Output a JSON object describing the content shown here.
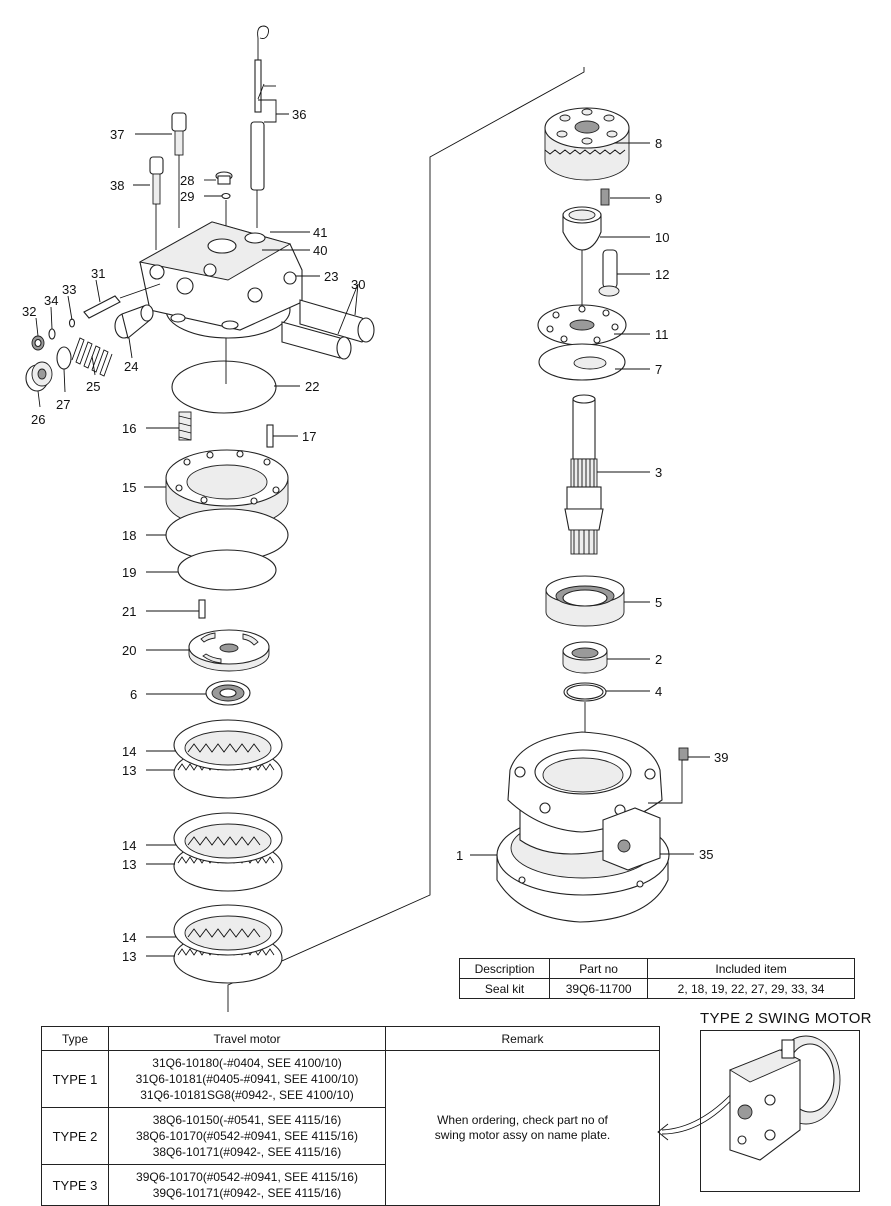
{
  "callouts": {
    "c1": "1",
    "c2": "2",
    "c3": "3",
    "c4": "4",
    "c5": "5",
    "c6": "6",
    "c7": "7",
    "c8": "8",
    "c9": "9",
    "c10": "10",
    "c11": "11",
    "c12": "12",
    "c13a": "13",
    "c13b": "13",
    "c13c": "13",
    "c14a": "14",
    "c14b": "14",
    "c14c": "14",
    "c15": "15",
    "c16": "16",
    "c17": "17",
    "c18": "18",
    "c19": "19",
    "c20": "20",
    "c21": "21",
    "c22": "22",
    "c23": "23",
    "c24": "24",
    "c25": "25",
    "c26": "26",
    "c27": "27",
    "c28": "28",
    "c29": "29",
    "c30": "30",
    "c31": "31",
    "c32": "32",
    "c33": "33",
    "c34": "34",
    "c35": "35",
    "c36": "36",
    "c37": "37",
    "c38": "38",
    "c39": "39",
    "c40": "40",
    "c41": "41"
  },
  "kit_table": {
    "headers": [
      "Description",
      "Part no",
      "Included item"
    ],
    "row": [
      "Seal kit",
      "39Q6-11700",
      "2, 18, 19, 22, 27, 29, 33, 34"
    ]
  },
  "type_table": {
    "headers": [
      "Type",
      "Travel motor",
      "Remark"
    ],
    "rows": [
      {
        "type": "TYPE 1",
        "motors": [
          "31Q6-10180(-#0404, SEE 4100/10)",
          "31Q6-10181(#0405-#0941, SEE 4100/10)",
          "31Q6-10181SG8(#0942-, SEE 4100/10)"
        ]
      },
      {
        "type": "TYPE 2",
        "motors": [
          "38Q6-10150(-#0541, SEE 4115/16)",
          "38Q6-10170(#0542-#0941, SEE 4115/16)",
          "38Q6-10171(#0942-, SEE 4115/16)"
        ]
      },
      {
        "type": "TYPE 3",
        "motors": [
          "39Q6-10170(#0542-#0941, SEE 4115/16)",
          "39Q6-10171(#0942-, SEE 4115/16)"
        ]
      }
    ],
    "remark_lines": [
      "When ordering, check part no of",
      "swing motor assy on name plate."
    ]
  },
  "swing_motor": {
    "title": "TYPE 2 SWING MOTOR"
  }
}
